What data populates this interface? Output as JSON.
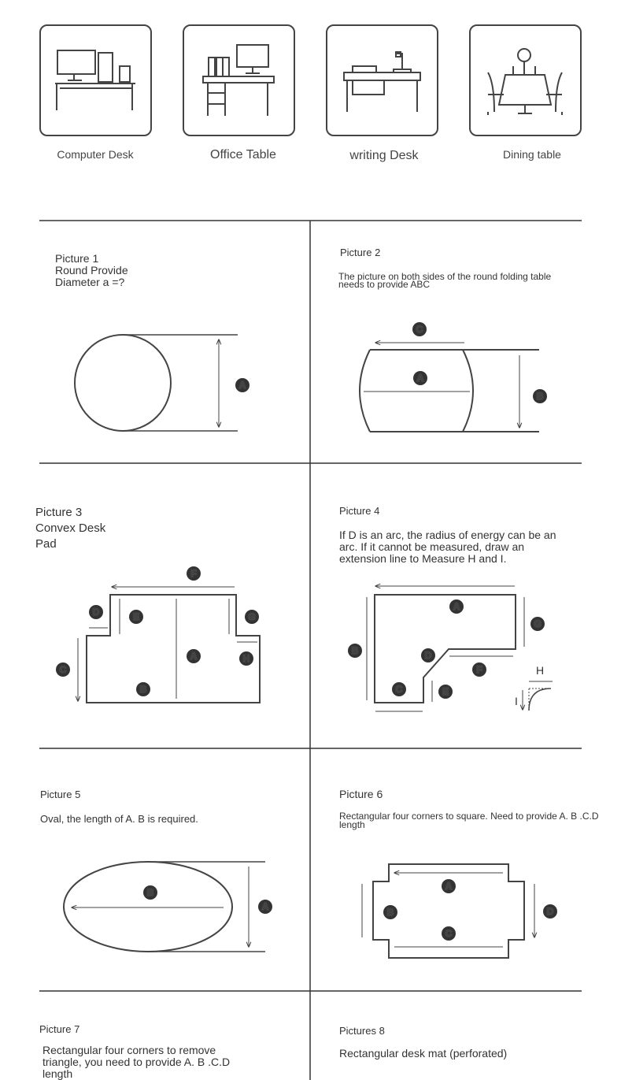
{
  "categories": [
    {
      "label": "Computer Desk",
      "icon": "computer-desk-icon"
    },
    {
      "label": "Office Table",
      "icon": "office-table-icon"
    },
    {
      "label": "writing Desk",
      "icon": "writing-desk-icon"
    },
    {
      "label": "Dining table",
      "icon": "dining-table-icon"
    }
  ],
  "pictures": [
    {
      "title": "Picture 1",
      "lines": [
        "Round Provide",
        "Diameter a =?"
      ],
      "badges": [
        "A"
      ]
    },
    {
      "title": "Picture 2",
      "lines": [
        "The picture on both sides of the round folding table",
        "needs to provide ABC"
      ],
      "badges": [
        "C",
        "A",
        "B"
      ]
    },
    {
      "title": "Picture 3",
      "lines": [
        "Convex Desk",
        "Pad"
      ],
      "badges": [
        "F",
        "D",
        "E",
        "A",
        "G",
        "H",
        "C",
        "B"
      ]
    },
    {
      "title": "Picture 4",
      "lines": [
        "If D is an arc, the radius of energy can be an",
        "arc. If it cannot be measured, draw an",
        "extension line to Measure H and I."
      ],
      "badges": [
        "A",
        "G",
        "B",
        "D",
        "F",
        "C",
        "E"
      ],
      "small_labels": [
        "H",
        "I"
      ]
    },
    {
      "title": "Picture 5",
      "lines": [
        "Oval, the length of A. B is required."
      ],
      "badges": [
        "B",
        "A"
      ]
    },
    {
      "title": "Picture 6",
      "lines": [
        "Rectangular four corners to square. Need to provide A. B .C.D",
        "length"
      ],
      "badges": [
        "A",
        "B",
        "C",
        "D"
      ]
    },
    {
      "title": "Picture 7",
      "lines": [
        "Rectangular four corners to remove",
        "triangle, you need to provide A. B .C.D",
        "length"
      ]
    },
    {
      "title": "Pictures 8",
      "lines": [
        "Rectangular desk mat (perforated)"
      ]
    }
  ]
}
